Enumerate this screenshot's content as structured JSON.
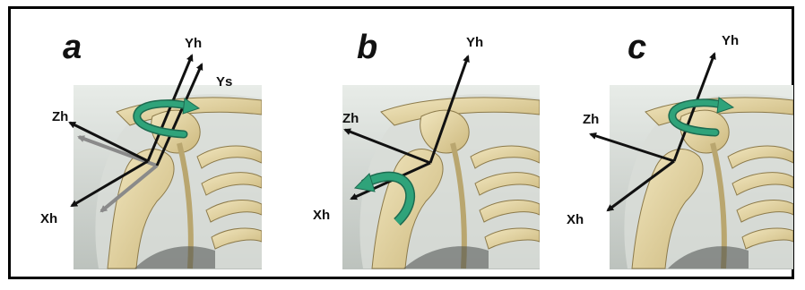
{
  "panels": [
    {
      "letter": "a",
      "labels": {
        "yh": "Yh",
        "ys": "Ys",
        "zh": "Zh",
        "xh": "Xh"
      }
    },
    {
      "letter": "b",
      "labels": {
        "yh": "Yh",
        "zh": "Zh",
        "xh": "Xh"
      }
    },
    {
      "letter": "c",
      "labels": {
        "yh": "Yh",
        "zh": "Zh",
        "xh": "Xh"
      }
    }
  ],
  "colors": {
    "frame": "#000000",
    "arrow_black": "#111111",
    "arrow_gray": "#8a8a8a",
    "rotation_arrow": "#2fa37a",
    "bone": "#e6d7a6",
    "bone_shadow": "#c9b27a",
    "background_tissue": "#dfe2df"
  },
  "icons": [
    "rotation-arrow-icon",
    "axis-arrow-icon"
  ]
}
